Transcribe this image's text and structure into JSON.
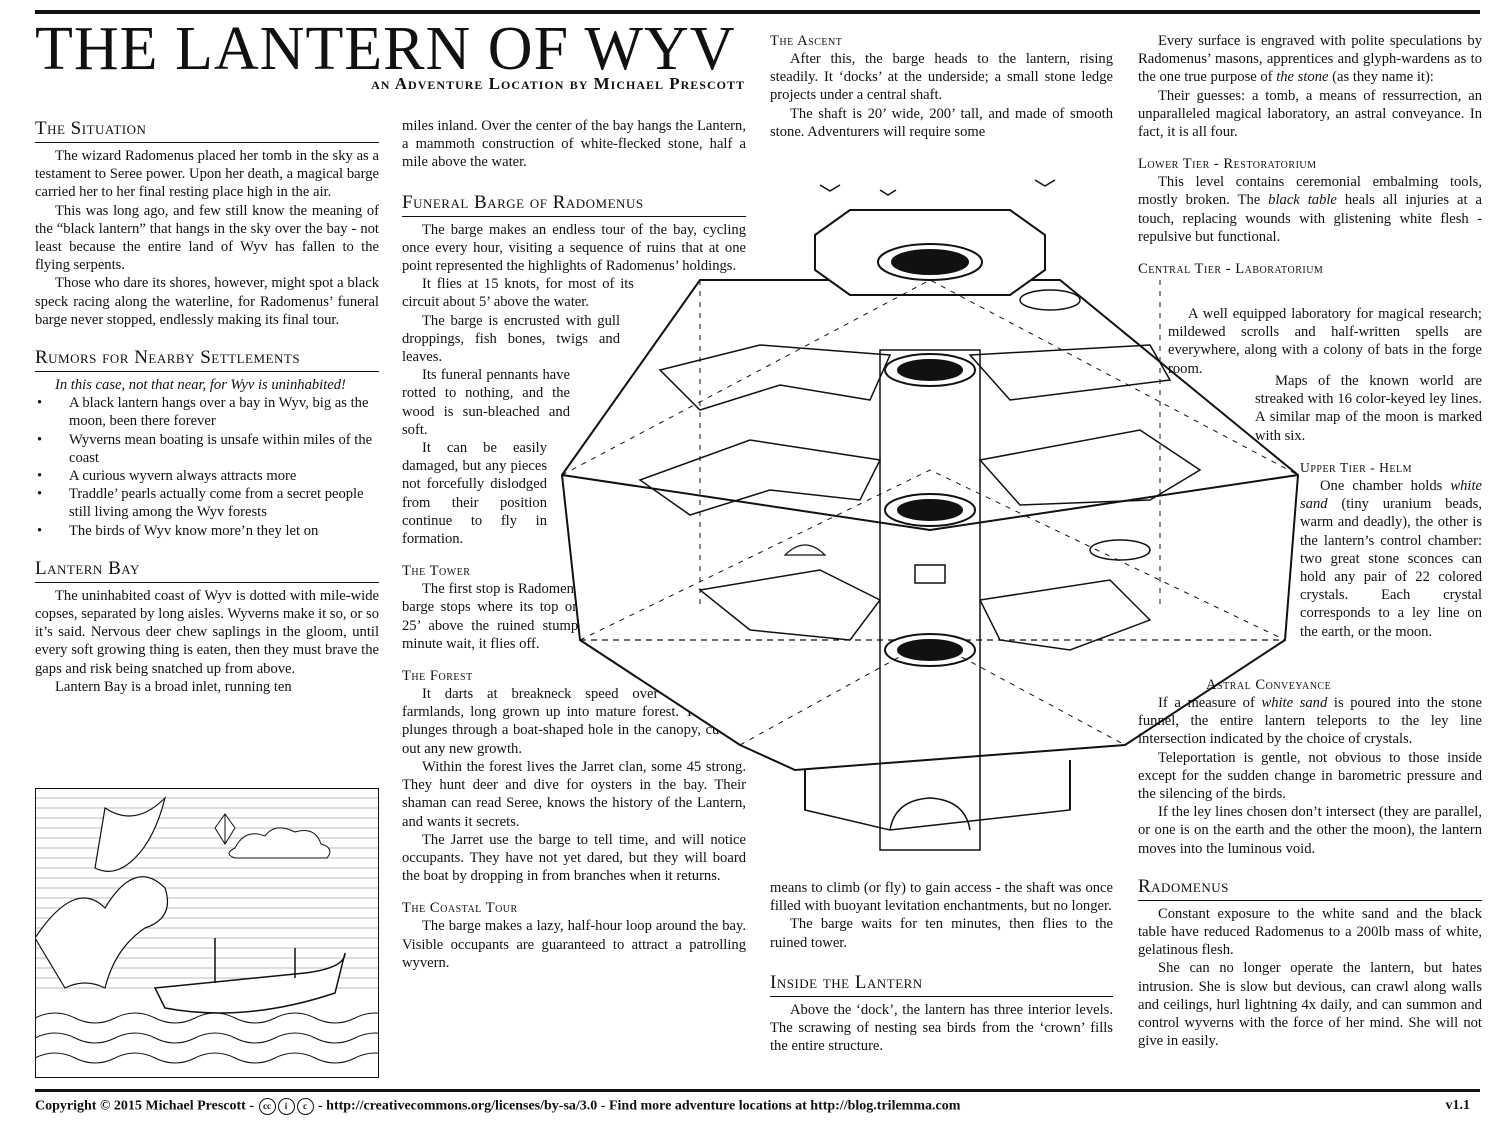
{
  "header": {
    "title": "THE LANTERN OF WYV",
    "subtitle": "an Adventure Location by Michael Prescott"
  },
  "situation": {
    "heading": "The Situation",
    "p1": "The wizard Radomenus placed her tomb in the sky as a testament to Seree power. Upon her death, a magical barge carried her to her final resting place high in the air.",
    "p2": "This was long ago, and few still know the meaning of the “black lantern” that hangs in the sky over the bay - not least because the entire land of Wyv has fallen to the flying serpents.",
    "p3": "Those who dare its shores, however, might spot a black speck racing along the waterline, for Radomenus’ funeral barge never stopped, endlessly making its final tour."
  },
  "rumors": {
    "heading": "Rumors for Nearby Settlements",
    "intro": "In this case, not that near, for Wyv is uninhabited!",
    "items": [
      "A black lantern hangs over a bay in Wyv, big as the moon, been there forever",
      "Wyverns mean boating is unsafe within miles of the coast",
      "A curious wyvern always attracts more",
      "Traddle’ pearls actually come from a secret people still living among the Wyv forests",
      "The birds of Wyv know more’n they let on"
    ]
  },
  "lantern_bay": {
    "heading": "Lantern Bay",
    "p1": "The uninhabited coast of Wyv is dotted with mile-wide copses, separated by long aisles. Wyverns make it so, or so it’s said. Nervous deer chew saplings in the gloom, until every soft growing thing is eaten, then they must brave the gaps and risk being snatched up from above.",
    "p2a": "Lantern Bay is a broad inlet, running ten",
    "p2b": "miles inland. Over the center of the bay hangs the Lantern, a mammoth construction of white-flecked stone, half a mile above the water."
  },
  "funeral": {
    "heading": "Funeral Barge of Radomenus",
    "p1": "The barge makes an endless tour of the bay, cycling once every hour, visiting a sequence of ruins that at one point represented the highlights of Radomenus’ holdings.",
    "p2": "It flies at 15 knots, for most of its circuit about 5’ above the water.",
    "p3": "The barge is encrusted with gull droppings, fish bones, twigs and leaves.",
    "p4": "Its funeral pennants have rotted to nothing, and the wood is sun-bleached and soft.",
    "p5": "It can be easily damaged, but any pieces not forcefully dislodged from their position continue to fly in formation."
  },
  "tower": {
    "heading": "The Tower",
    "p1": "The first stop is Radomenus’ tower. The barge stops where its top once was, now 25’ above the ruined stump. After a 20 minute wait, it flies off."
  },
  "forest": {
    "heading": "The Forest",
    "p1": "It darts at breakneck speed over Radomenus’ farmlands, long grown up into mature forest. The barge plunges through a boat-shaped hole in the canopy, cutting out any new growth.",
    "p2": "Within the forest lives the Jarret clan, some 45 strong. They hunt deer and dive for oysters in the bay. Their shaman can read Seree, knows the history of the Lantern, and wants it secrets.",
    "p3": "The Jarret use the barge to tell time, and will notice occupants. They have not yet dared, but they will board the boat by dropping in from branches when it returns."
  },
  "coastal": {
    "heading": "The Coastal Tour",
    "p1": "The barge makes a lazy, half-hour loop around the bay. Visible occupants are guaranteed to attract a patrolling wyvern."
  },
  "ascent": {
    "heading": "The Ascent",
    "p1": "After this, the barge heads to the lantern, rising steadily. It ‘docks’ at the underside; a small stone ledge projects under a central shaft.",
    "p2a": "The shaft is 20’ wide, 200’ tall, and made of smooth stone. Adventurers will require some",
    "p2b": "means to climb (or fly) to gain access - the shaft was once filled with buoyant levitation enchantments, but no longer.",
    "p3": "The barge waits for ten minutes, then flies to the ruined tower."
  },
  "inside": {
    "heading": "Inside the Lantern",
    "p1": "Above the ‘dock’, the lantern has three interior levels. The scrawing of nesting sea birds from the ‘crown’ fills the entire structure."
  },
  "engraved": {
    "p1a": "Every surface is engraved with polite speculations by Radomenus’ masons, apprentices and glyph-wardens as to the one true purpose of ",
    "p1b": "the stone",
    "p1c": " (as they name it):",
    "p2": "Their guesses: a tomb, a means of ressurrection, an unparalleled magical laboratory, an astral conveyance. In fact, it is all four."
  },
  "lower": {
    "heading": "Lower Tier - Restoratorium",
    "p1a": "This level contains ceremonial embalming tools, mostly broken. The ",
    "p1b": "black table",
    "p1c": " heals all injuries at a touch, replacing wounds with glistening white flesh - repulsive but functional."
  },
  "central": {
    "heading": "Central Tier - Laboratorium",
    "p1": "A well equipped laboratory for magical research; mildewed scrolls and half-written spells are everywhere, along with a colony of bats in the forge room.",
    "p2": "Maps of the known world are streaked with 16 color-keyed ley lines. A similar map of the moon is marked with six."
  },
  "upper": {
    "heading": "Upper Tier - Helm",
    "p1a": "One chamber holds ",
    "p1b": "white sand",
    "p1c": " (tiny uranium beads, warm and deadly), the other is the lantern’s control chamber: two great stone sconces can hold any pair of 22 colored crystals. Each crystal corresponds to a ley line on the earth, or the moon."
  },
  "astral": {
    "heading": "Astral Conveyance",
    "p1a": "If a measure of ",
    "p1b": "white sand",
    "p1c": " is poured into the stone funnel, the entire lantern teleports to the ley line intersection indicated by the choice of crystals.",
    "p2": "Teleportation is gentle, not obvious to those inside except for the sudden change in barometric pressure and the silencing of the birds.",
    "p3": "If the ley lines chosen don’t intersect (they are parallel, or one is on the earth and the other the moon), the lantern moves into the luminous void."
  },
  "radomenus": {
    "heading": "Radomenus",
    "p1": "Constant exposure to the white sand and the black table have reduced Radomenus to a 200lb mass of white, gelatinous flesh.",
    "p2": "She can no longer operate the lantern, but hates intrusion. She is slow but devious, can crawl along walls and ceilings, hurl lightning 4x daily, and can summon and control wyverns with the force of her mind. She will not give in easily."
  },
  "footer": {
    "copyright": "Copyright © 2015 Michael Prescott -",
    "cc1": "cc",
    "cc2": "i",
    "cc3": "c",
    "rest": "- http://creativecommons.org/licenses/by-sa/3.0 - Find more adventure locations at http://blog.trilemma.com",
    "version": "v1.1"
  }
}
